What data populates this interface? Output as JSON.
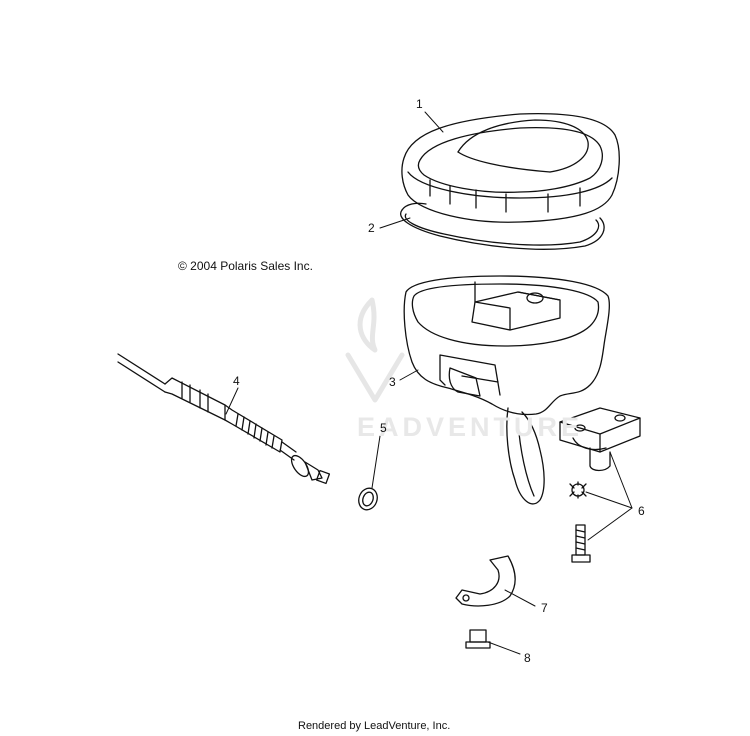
{
  "copyright": "© 2004 Polaris Sales Inc.",
  "footer": "Rendered by LeadVenture, Inc.",
  "watermark": "EADVENTURE",
  "callouts": [
    "1",
    "2",
    "3",
    "4",
    "5",
    "6",
    "7",
    "8"
  ],
  "colors": {
    "line": "#111111",
    "watermark": "#e4e4e4"
  }
}
